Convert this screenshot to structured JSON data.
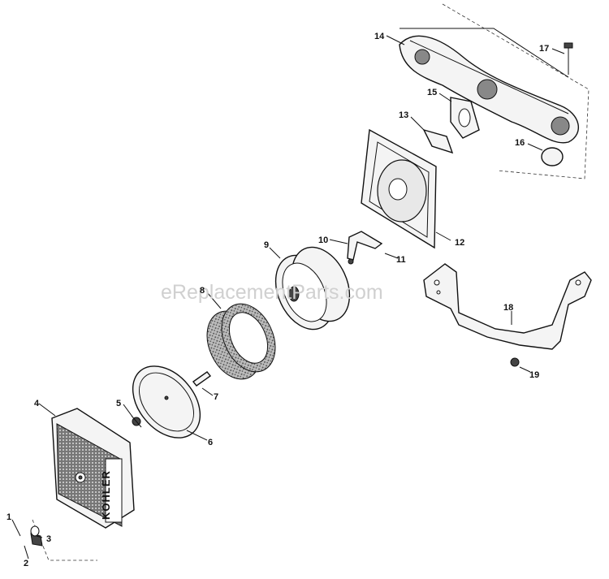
{
  "watermark": "eReplacementParts.com",
  "brand_text": "KOHLER",
  "callouts": [
    "1",
    "2",
    "3",
    "4",
    "5",
    "6",
    "7",
    "8",
    "9",
    "10",
    "11",
    "12",
    "13",
    "14",
    "15",
    "16",
    "17",
    "18",
    "19"
  ]
}
